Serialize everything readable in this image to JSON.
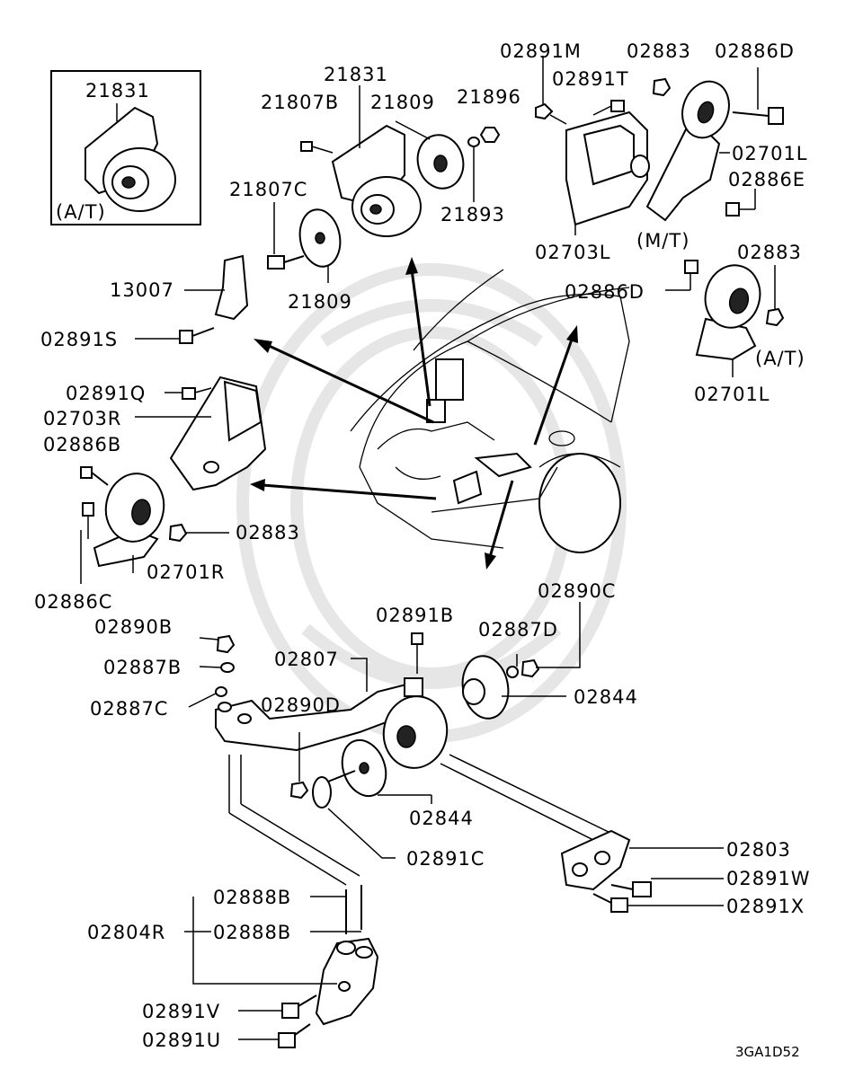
{
  "labels": {
    "l21831_inset": "21831",
    "at_inset": "(A/T)",
    "l21831": "21831",
    "l21807B": "21807B",
    "l21809_top": "21809",
    "l21896": "21896",
    "l21893": "21893",
    "l21807C": "21807C",
    "l21809_bottom": "21809",
    "l13007": "13007",
    "l02891S": "02891S",
    "l02891M": "02891M",
    "l02883_top": "02883",
    "l02886D_top": "02886D",
    "l02891T": "02891T",
    "l02701L_top": "02701L",
    "l02886E": "02886E",
    "l02703L": "02703L",
    "mt": "(M/T)",
    "l02883_right": "02883",
    "l02886D_mid": "02886D",
    "at_right": "(A/T)",
    "l02701L_bottom": "02701L",
    "l02891Q": "02891Q",
    "l02703R": "02703R",
    "l02886B": "02886B",
    "l02883_left": "02883",
    "l02701R": "02701R",
    "l02886C": "02886C",
    "l02890B": "02890B",
    "l02887B": "02887B",
    "l02887C": "02887C",
    "l02891B": "02891B",
    "l02807": "02807",
    "l02890D": "02890D",
    "l02887D": "02887D",
    "l02890C": "02890C",
    "l02844_right": "02844",
    "l02844_bottom": "02844",
    "l02891C": "02891C",
    "l02803": "02803",
    "l02891W": "02891W",
    "l02891X": "02891X",
    "l02888B_1": "02888B",
    "l02888B_2": "02888B",
    "l02804R": "02804R",
    "l02891V": "02891V",
    "l02891U": "02891U",
    "diagram_code": "3GA1D52"
  }
}
